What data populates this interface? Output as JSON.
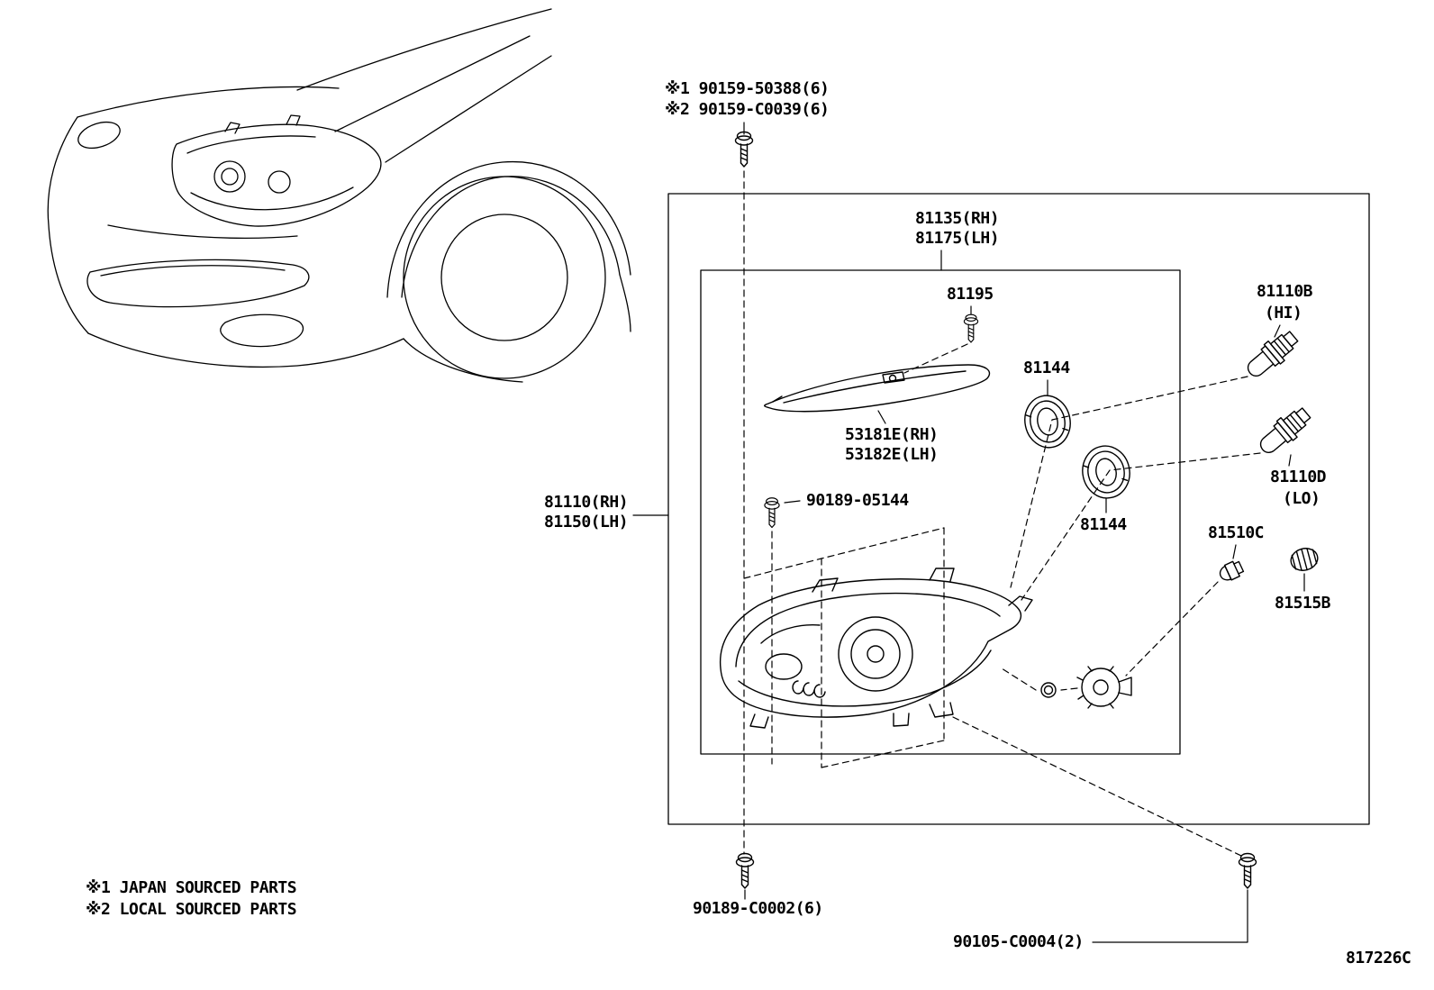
{
  "page": {
    "background": "#ffffff",
    "line_color": "#000000",
    "diagram_code": "817226C"
  },
  "callouts": {
    "top_screw_note_1": "※1 90159-50388(6)",
    "top_screw_note_2": "※2 90159-C0039(6)",
    "headlamp_assy_rh": "81110(RH)",
    "headlamp_assy_lh": "81150(LH)",
    "headlamp_unit_rh": "81135(RH)",
    "headlamp_unit_lh": "81175(LH)",
    "retainer_screw": "81195",
    "headlamp_moulding_rh": "53181E(RH)",
    "headlamp_moulding_lh": "53182E(LH)",
    "grommet_upper": "81144",
    "grommet_lower": "81144",
    "bulb_high": "81110B",
    "bulb_high_beam": "(HI)",
    "bulb_low": "81110D",
    "bulb_low_beam": "(LO)",
    "unit_screw": "90189-05144",
    "clearance_bulb": "81510C",
    "bulb_socket": "81515B",
    "mount_screw": "90189-C0002(6)",
    "mount_bolt": "90105-C0004(2)"
  },
  "footnotes": {
    "japan": "※1 JAPAN SOURCED PARTS",
    "local": "※2 LOCAL SOURCED PARTS"
  }
}
